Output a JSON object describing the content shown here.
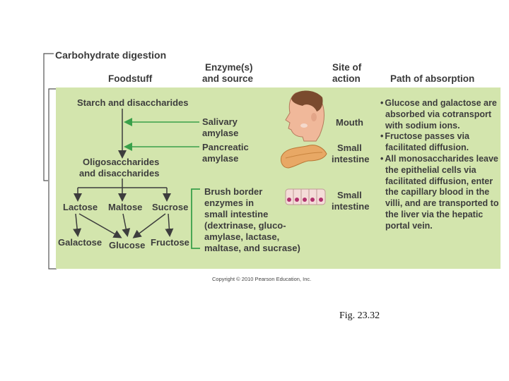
{
  "title": "Carbohydrate digestion",
  "headers": {
    "foodstuff": "Foodstuff",
    "enzyme_line1": "Enzyme(s)",
    "enzyme_line2": "and source",
    "site_line1": "Site of",
    "site_line2": "action",
    "path": "Path of absorption"
  },
  "foodstuff": {
    "starch": "Starch and disaccharides",
    "oligo_line1": "Oligosaccharides",
    "oligo_line2": "and disaccharides",
    "lactose": "Lactose",
    "maltose": "Maltose",
    "sucrose": "Sucrose",
    "galactose": "Galactose",
    "glucose": "Glucose",
    "fructose": "Fructose"
  },
  "enzymes": {
    "salivary_line1": "Salivary",
    "salivary_line2": "amylase",
    "pancreatic_line1": "Pancreatic",
    "pancreatic_line2": "amylase",
    "brush_lines": [
      "Brush border",
      "enzymes in",
      "small intestine",
      "(dextrinase, gluco-",
      "amylase, lactase,",
      "maltase, and sucrase)"
    ]
  },
  "sites": {
    "mouth": "Mouth",
    "small_intestine_1_line1": "Small",
    "small_intestine_1_line2": "intestine",
    "small_intestine_2_line1": "Small",
    "small_intestine_2_line2": "intestine"
  },
  "absorption": [
    "Glucose and galactose are absorbed via cotransport with sodium ions.",
    "Fructose passes via facilitated diffusion.",
    "All monosaccharides leave the epithelial cells via facilitated diffusion, enter the capillary blood in the villi, and are transported to the liver via the hepatic portal vein."
  ],
  "copyright": "Copyright © 2010 Pearson Education, Inc.",
  "figure_label": "Fig. 23.32",
  "colors": {
    "panel": "#d3e5ad",
    "arrow_green": "#3aa04a",
    "text": "#3d3d3d"
  },
  "icons": [
    "head-icon",
    "pancreas-icon",
    "intestinal-cells-icon"
  ]
}
